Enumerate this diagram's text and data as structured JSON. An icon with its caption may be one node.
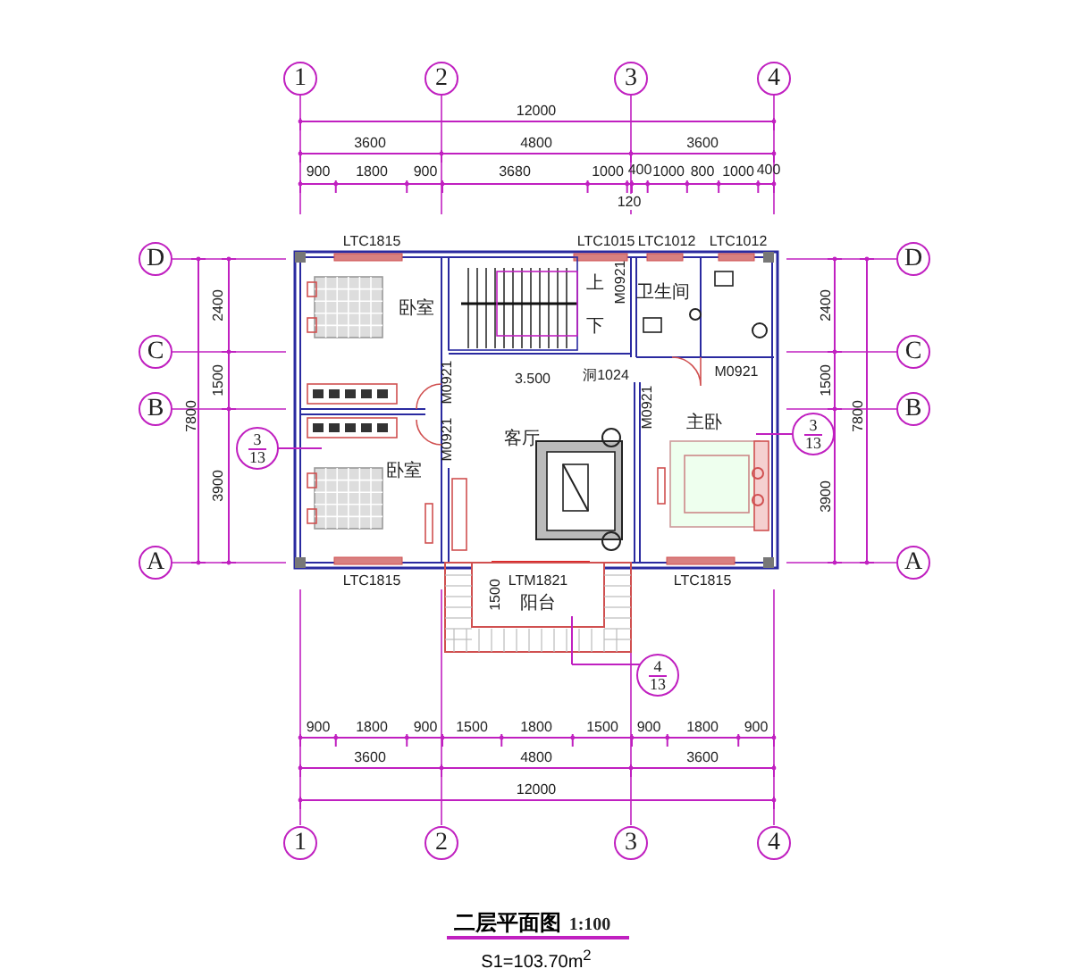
{
  "diagram": {
    "title": "二层平面图",
    "caption": "S1=103.70m$^{2}$",
    "nodes": [
      {
        "text": [
          "1"
        ]
      },
      {
        "text": [
          "2"
        ]
      },
      {
        "text": [
          "3"
        ]
      },
      {
        "text": [
          "4"
        ]
      },
      {
        "text": [
          "D"
        ]
      },
      {
        "text": [
          "D"
        ]
      },
      {
        "text": [
          "C"
        ]
      },
      {
        "text": [
          "C"
        ]
      },
      {
        "text": [
          "B"
        ]
      },
      {
        "text": [
          "B"
        ]
      },
      {
        "text": [
          "3",
          "13"
        ]
      },
      {
        "text": [
          "3",
          "13"
        ]
      },
      {
        "text": [
          "A"
        ]
      },
      {
        "text": [
          "A"
        ]
      },
      {
        "text": [
          "4",
          "13"
        ]
      },
      {
        "text": [
          "1"
        ]
      },
      {
        "text": [
          "2"
        ]
      },
      {
        "text": [
          "3"
        ]
      },
      {
        "text": [
          "4"
        ]
      }
    ],
    "labels": [
      "12000",
      "3600",
      "4800",
      "3600",
      "900",
      "1800",
      "900",
      "3680",
      "1000",
      "400",
      "1000",
      "800",
      "1000",
      "400",
      "120",
      "LTC1815",
      "LTC1015",
      "LTC1012",
      "LTC1012",
      "上",
      "M0921",
      "卫生间",
      "2400",
      "卧室",
      "2400",
      "下",
      "1500",
      "M0921",
      "3.500",
      "洞1024",
      "M0921",
      "1500",
      "7800",
      "M0921",
      "主卧",
      "7800",
      "M0921",
      "客厅",
      "卧室",
      "3900",
      "3900",
      "LTC1815",
      "LTM1821",
      "LTC1815",
      "1500",
      "阳台",
      "900",
      "1800",
      "900",
      "1500",
      "1800",
      "1500",
      "900",
      "1800",
      "900",
      "3600",
      "4800",
      "3600",
      "12000",
      "1:100"
    ]
  }
}
